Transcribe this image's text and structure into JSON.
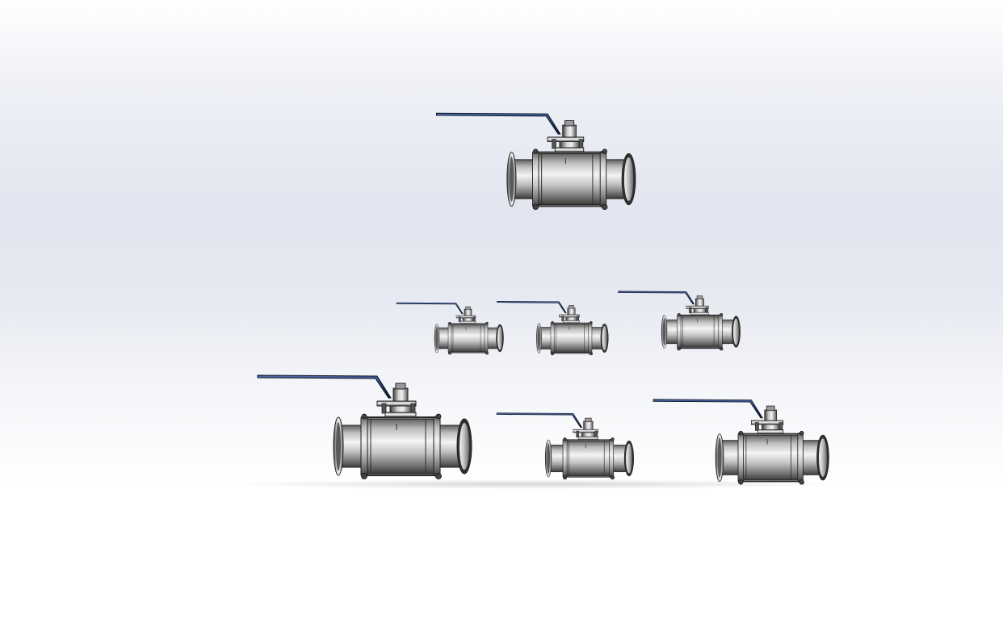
{
  "scene": {
    "description_visible_text": "",
    "model": "ball-valve-assembly",
    "valve_count": 7,
    "valves": [
      {
        "id": "valve-top",
        "size_rank": 2
      },
      {
        "id": "valve-middle-left",
        "size_rank": 4
      },
      {
        "id": "valve-middle-center",
        "size_rank": 4
      },
      {
        "id": "valve-middle-right",
        "size_rank": 3
      },
      {
        "id": "valve-bottom-left",
        "size_rank": 1
      },
      {
        "id": "valve-bottom-center",
        "size_rank": 3
      },
      {
        "id": "valve-bottom-right",
        "size_rank": 2
      }
    ]
  },
  "colors": {
    "background_top": "#ffffff",
    "background_mid": "#e2e5ef",
    "metal_light": "#f2f2f2",
    "metal_dark": "#3c3c3c",
    "handle": "#1c2e52",
    "outline": "#1e1e1e"
  }
}
